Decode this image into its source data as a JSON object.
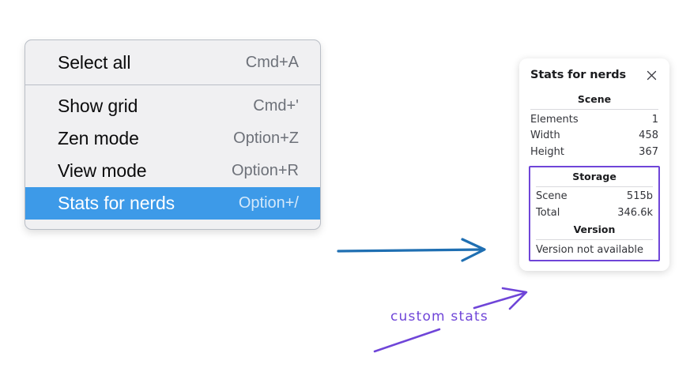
{
  "context_menu": {
    "name": "canvas-context-menu",
    "sections": [
      {
        "items": [
          {
            "label": "Select all",
            "shortcut": "Cmd+A",
            "selected": false
          }
        ]
      },
      {
        "items": [
          {
            "label": "Show grid",
            "shortcut": "Cmd+'",
            "selected": false
          },
          {
            "label": "Zen mode",
            "shortcut": "Option+Z",
            "selected": false
          },
          {
            "label": "View mode",
            "shortcut": "Option+R",
            "selected": false
          },
          {
            "label": "Stats for nerds",
            "shortcut": "Option+/",
            "selected": true
          }
        ]
      }
    ]
  },
  "stats_panel": {
    "title": "Stats for nerds",
    "close_icon": "close-icon",
    "scene": {
      "heading": "Scene",
      "rows": [
        {
          "key": "Elements",
          "value": "1"
        },
        {
          "key": "Width",
          "value": "458"
        },
        {
          "key": "Height",
          "value": "367"
        }
      ]
    },
    "storage": {
      "heading": "Storage",
      "rows": [
        {
          "key": "Scene",
          "value": "515b"
        },
        {
          "key": "Total",
          "value": "346.6k"
        }
      ]
    },
    "version": {
      "heading": "Version",
      "text": "Version not available"
    }
  },
  "annotations": {
    "handwritten_label": "custom stats",
    "blue_arrow": "arrow-right-icon",
    "purple_arrow": "arrow-pointer-icon",
    "purple_underline": "underline-stroke-icon"
  },
  "colors": {
    "menu_highlight": "#3d9ae8",
    "menu_background": "#f0f0f2",
    "annotation_purple": "#6f45d8",
    "annotation_blue": "#1f6fb2"
  }
}
